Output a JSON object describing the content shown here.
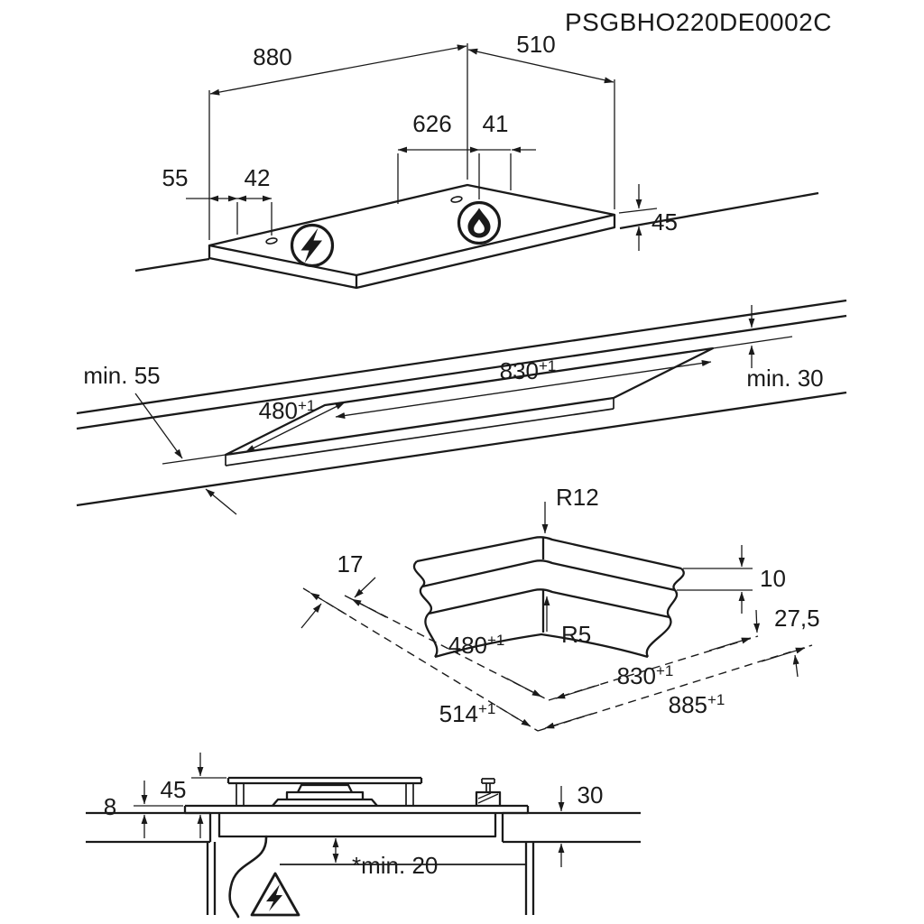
{
  "title": "PSGBHO220DE0002C",
  "hob_view": {
    "width": "880",
    "depth": "510",
    "burner_distance": "626",
    "burner_edge_distance": "41",
    "control_edge_distance": "55",
    "control_spacing": "42",
    "height_above_worktop": "45"
  },
  "cutout_view": {
    "front_clearance": "min. 55",
    "back_clearance": "min. 30",
    "cutout_depth": {
      "base": "480",
      "sup": "+1"
    },
    "cutout_width": {
      "base": "830",
      "sup": "+1"
    }
  },
  "corner_view": {
    "outer_radius": "R12",
    "inner_radius": "R5",
    "ledge_width_left": "17",
    "step_depth": "10",
    "ledge_width_right": "27,5",
    "inner_depth": {
      "base": "480",
      "sup": "+1"
    },
    "inner_width": {
      "base": "830",
      "sup": "+1"
    },
    "outer_depth": {
      "base": "514",
      "sup": "+1"
    },
    "outer_width": {
      "base": "885",
      "sup": "+1"
    }
  },
  "section_view": {
    "glass_height": "8",
    "total_height": "45",
    "worktop_thickness": "30",
    "bottom_clearance": "*min. 20"
  }
}
